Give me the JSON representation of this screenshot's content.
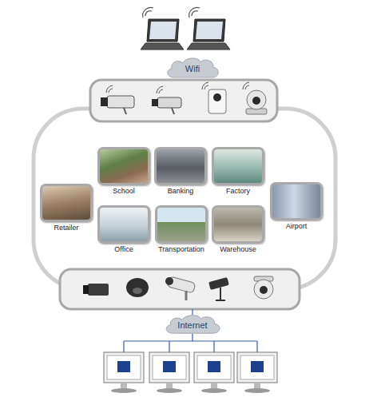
{
  "diagram": {
    "nodes": [
      {
        "text": [
          "Wifi"
        ]
      },
      {
        "text": [
          "School"
        ]
      },
      {
        "text": [
          "Banking"
        ]
      },
      {
        "text": [
          "Factory"
        ]
      },
      {
        "text": [
          "Retailer"
        ]
      },
      {
        "text": [
          "Airport"
        ]
      },
      {
        "text": [
          "Office"
        ]
      },
      {
        "text": [
          "Transportation"
        ]
      },
      {
        "text": [
          "Warehouse"
        ]
      },
      {
        "text": [
          "Internet"
        ]
      }
    ]
  }
}
